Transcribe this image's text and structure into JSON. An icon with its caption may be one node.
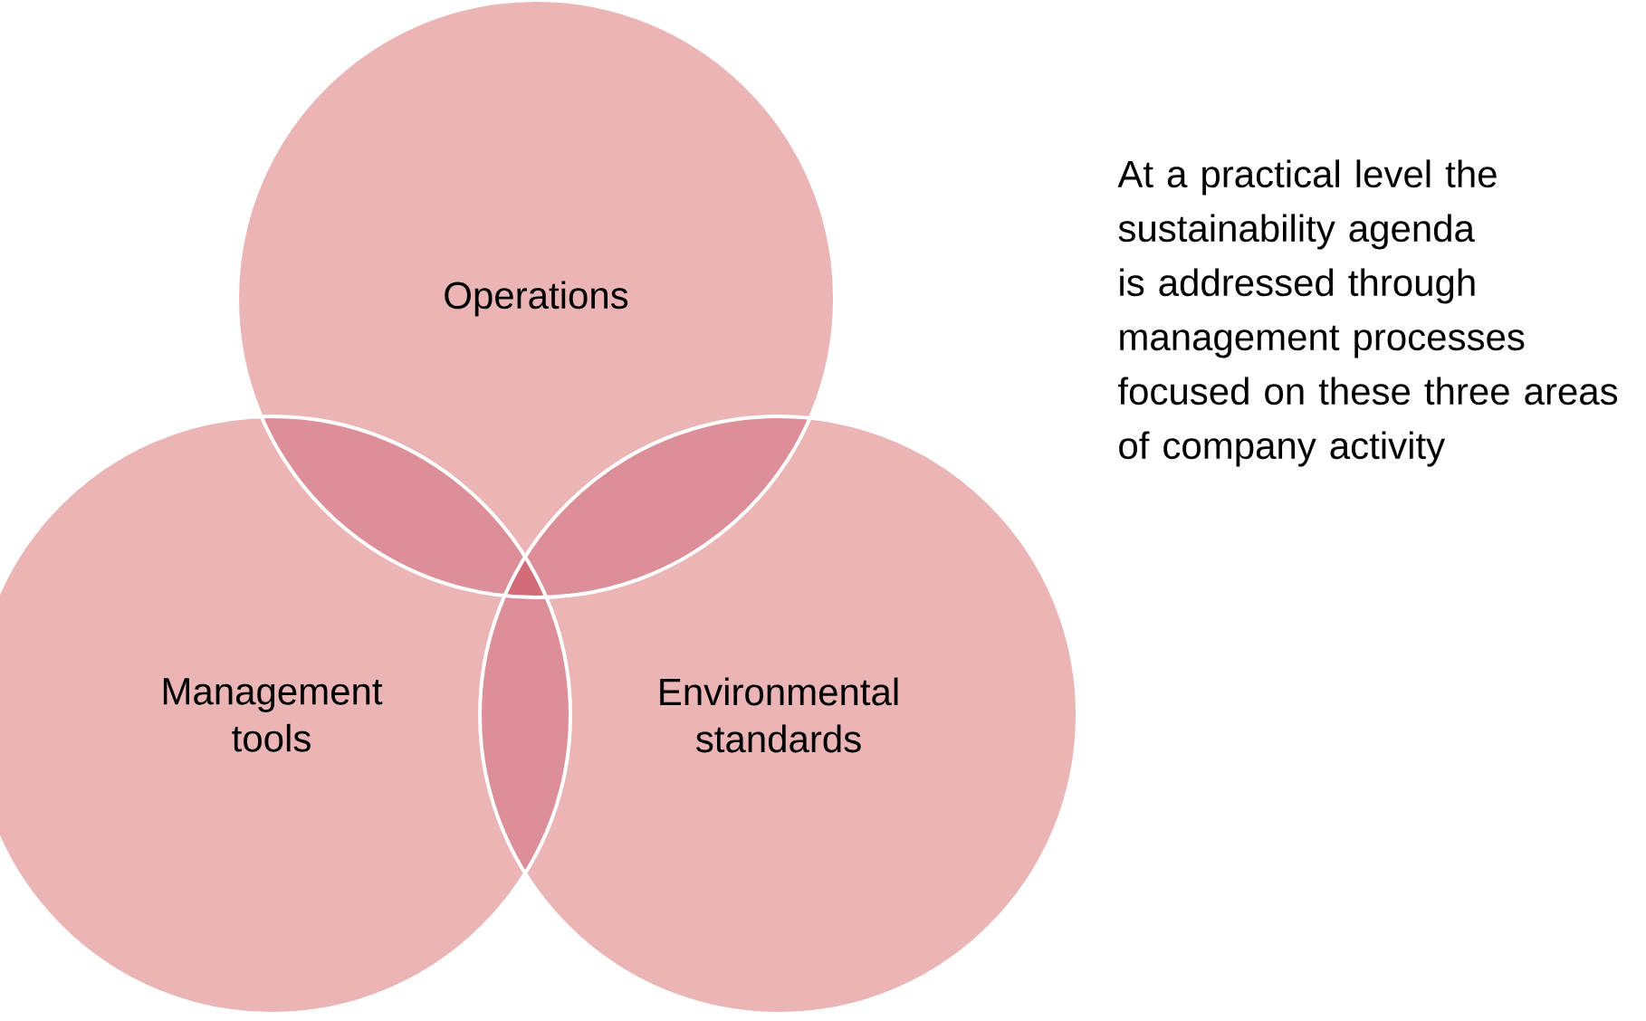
{
  "diagram": {
    "nodes": [
      {
        "text": [
          "Operations"
        ]
      },
      {
        "text": [
          "Management tools"
        ]
      },
      {
        "text": [
          "Environmental standards"
        ]
      }
    ],
    "labels": [
      "At a practical level the sustainability agenda is addressed through management processes focused on these three areas of company activity"
    ]
  }
}
